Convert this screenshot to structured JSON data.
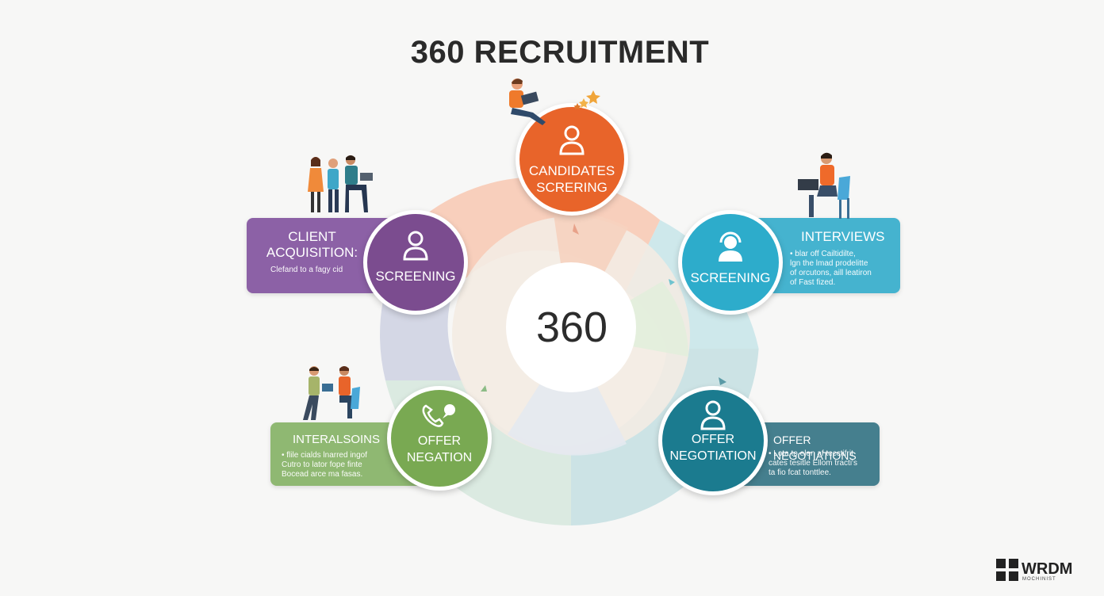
{
  "title": "360 RECRUITMENT",
  "center": "360",
  "colors": {
    "orange": "#e8642a",
    "purple": "#7b4c8f",
    "cyan": "#2daccb",
    "green": "#79a952",
    "teal": "#1b7b8f"
  },
  "nodes": {
    "top": {
      "line1": "CANDIDATES",
      "line2": "SCRERING",
      "icon": "person-icon"
    },
    "left": {
      "line1": "SCREENING",
      "icon": "person-icon"
    },
    "right": {
      "line1": "SCREENING",
      "icon": "headset-person-icon"
    },
    "bottom_left": {
      "line1": "OFFER",
      "line2": "NEGATION",
      "icon": "phone-chat-icon"
    },
    "bottom_right": {
      "line1": "OFFER",
      "line2": "NEGOTIATION",
      "icon": "person-icon"
    }
  },
  "cards": {
    "left": {
      "heading1": "CLIENT",
      "heading2": "ACQUISITION:",
      "body": [
        "Clefand to a fagy cid"
      ]
    },
    "right": {
      "heading": "INTERVIEWS",
      "body": [
        "• blar off Cailtidilte,",
        "lgn the lmad prodelitte",
        "of orcutons, aill leatiron",
        "of Fast fized."
      ]
    },
    "bottom_left": {
      "heading": "INTERALSOINS",
      "body": [
        "• flile cialds lnarred ingof",
        "Cutro to lator fope finte",
        "Bocead arce ma fasas."
      ]
    },
    "bottom_right": {
      "heading": "OFFER NEGOTIATIONS",
      "body": [
        "• Lota to elen af tecctifrit",
        "cates tesitle Ellom tracti's",
        "ta fio fcat tonttlee."
      ]
    }
  },
  "logo": {
    "text": "WRDM",
    "sub": "MOCHINIST"
  }
}
